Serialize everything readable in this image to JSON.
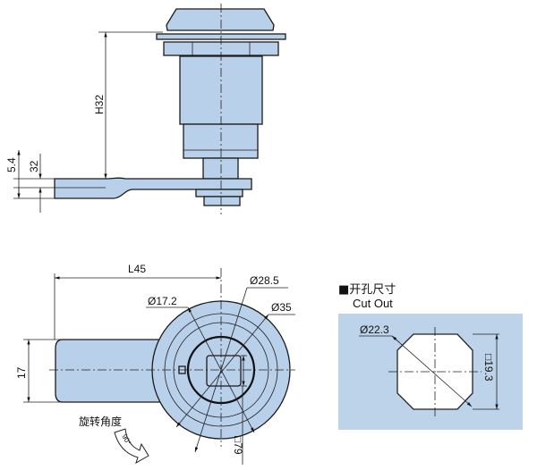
{
  "side_view": {
    "height_dim": "H32",
    "thickness_dim_1": "5.4",
    "thickness_dim_2": "32"
  },
  "front_view": {
    "length_dim": "L45",
    "width_dim": "17",
    "dia_inner": "Ø17.2",
    "dia_middle": "Ø28.5",
    "dia_outer": "Ø35",
    "square_dim": "□79",
    "rotation_label": "旋转角度",
    "rotation_angle": "90°"
  },
  "cutout": {
    "title_cn": "■开孔尺寸",
    "title_en": "Cut Out",
    "dia": "Ø22.3",
    "square": "□19.3"
  },
  "colors": {
    "part_fill": "#b9d0ea",
    "panel_fill": "#bcd3ea"
  }
}
